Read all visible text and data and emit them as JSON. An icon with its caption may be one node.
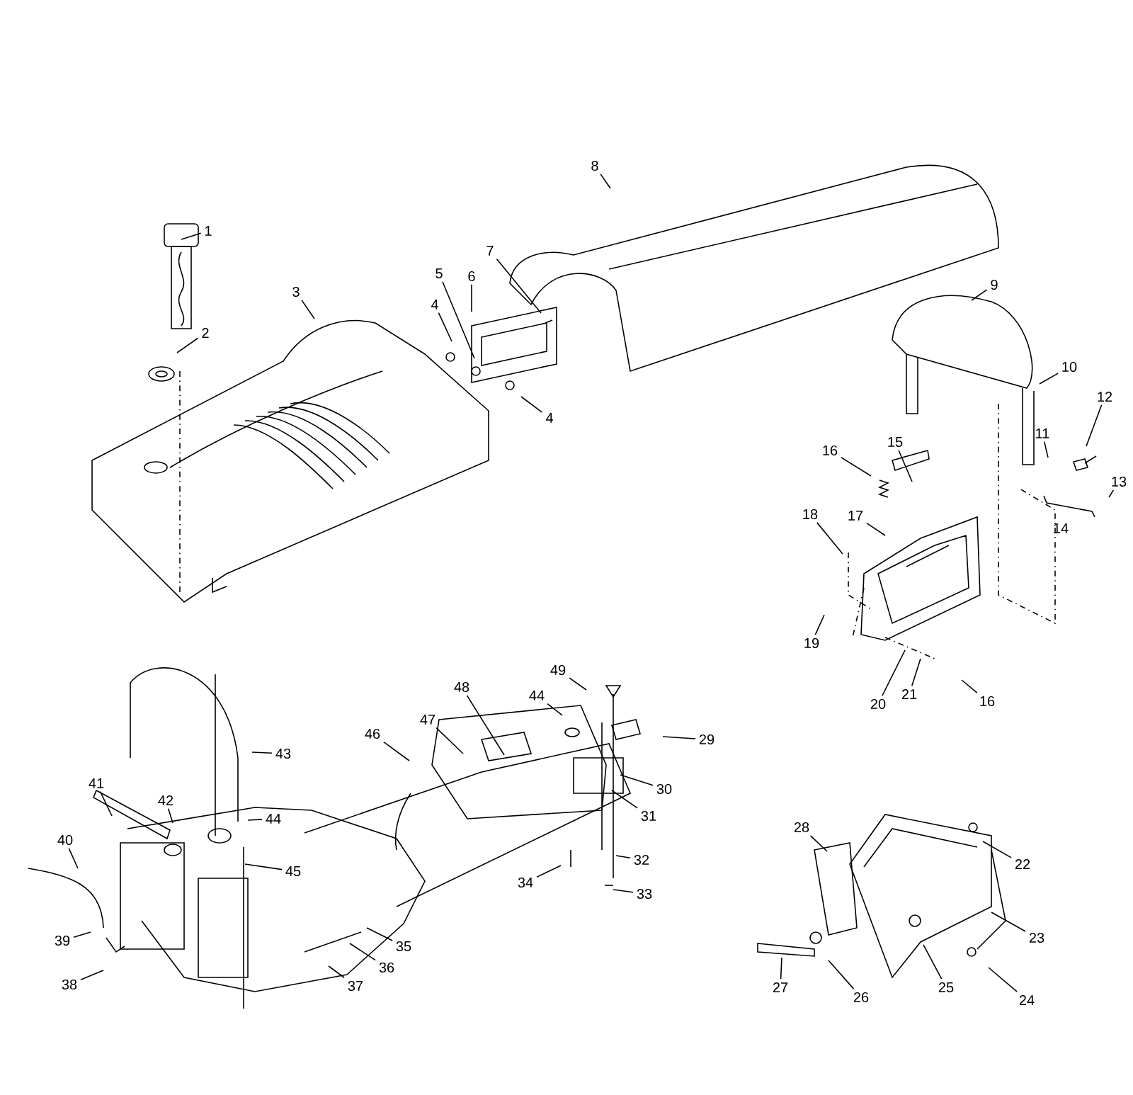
{
  "diagram": {
    "nodes": [
      {
        "text": [
          "1"
        ]
      },
      {
        "text": [
          "2"
        ]
      },
      {
        "text": [
          "3"
        ]
      },
      {
        "text": [
          "4"
        ]
      },
      {
        "text": [
          "5"
        ]
      },
      {
        "text": [
          "6"
        ]
      },
      {
        "text": [
          "7"
        ]
      },
      {
        "text": [
          "4"
        ]
      },
      {
        "text": [
          "8"
        ]
      },
      {
        "text": [
          "9"
        ]
      },
      {
        "text": [
          "10"
        ]
      },
      {
        "text": [
          "11"
        ]
      },
      {
        "text": [
          "12"
        ]
      },
      {
        "text": [
          "13"
        ]
      },
      {
        "text": [
          "15"
        ]
      },
      {
        "text": [
          "16"
        ]
      },
      {
        "text": [
          "17"
        ]
      },
      {
        "text": [
          "18"
        ]
      },
      {
        "text": [
          "19"
        ]
      },
      {
        "text": [
          "20"
        ]
      },
      {
        "text": [
          "21"
        ]
      },
      {
        "text": [
          "16"
        ]
      },
      {
        "text": [
          "43"
        ]
      },
      {
        "text": [
          "41"
        ]
      },
      {
        "text": [
          "42"
        ]
      },
      {
        "text": [
          "44"
        ]
      },
      {
        "text": [
          "45"
        ]
      },
      {
        "text": [
          "40"
        ]
      },
      {
        "text": [
          "39"
        ]
      },
      {
        "text": [
          "38"
        ]
      },
      {
        "text": [
          "37"
        ]
      },
      {
        "text": [
          "36"
        ]
      },
      {
        "text": [
          "35"
        ]
      },
      {
        "text": [
          "46"
        ]
      },
      {
        "text": [
          "47"
        ]
      },
      {
        "text": [
          "48"
        ]
      },
      {
        "text": [
          "44"
        ]
      },
      {
        "text": [
          "49"
        ]
      },
      {
        "text": [
          "29"
        ]
      },
      {
        "text": [
          "30"
        ]
      },
      {
        "text": [
          "31"
        ]
      },
      {
        "text": [
          "32"
        ]
      },
      {
        "text": [
          "33"
        ]
      },
      {
        "text": [
          "34"
        ]
      },
      {
        "text": [
          "28"
        ]
      },
      {
        "text": [
          "22"
        ]
      },
      {
        "text": [
          "23"
        ]
      },
      {
        "text": [
          "24"
        ]
      },
      {
        "text": [
          "25"
        ]
      },
      {
        "text": [
          "26"
        ]
      },
      {
        "text": [
          "27"
        ]
      }
    ],
    "edges": [
      {
        "from": 0,
        "to": null,
        "arrow": "none"
      },
      {
        "from": 1,
        "to": null,
        "arrow": "none"
      },
      {
        "from": 2,
        "to": null,
        "arrow": "none"
      },
      {
        "from": 3,
        "to": null,
        "arrow": "none"
      },
      {
        "from": 4,
        "to": null,
        "arrow": "none"
      },
      {
        "from": 5,
        "to": null,
        "arrow": "none"
      },
      {
        "from": 6,
        "to": null,
        "arrow": "none"
      },
      {
        "from": 7,
        "to": null,
        "arrow": "none"
      },
      {
        "from": 8,
        "to": null,
        "arrow": "none"
      },
      {
        "from": 9,
        "to": null,
        "arrow": "none"
      },
      {
        "from": 10,
        "to": null,
        "arrow": "none"
      },
      {
        "from": 11,
        "to": null,
        "arrow": "none"
      },
      {
        "from": 12,
        "to": null,
        "arrow": "none"
      },
      {
        "from": 13,
        "to": null,
        "arrow": "none"
      },
      {
        "from": 14,
        "to": null,
        "arrow": "none"
      },
      {
        "from": 15,
        "to": null,
        "arrow": "none"
      },
      {
        "from": 16,
        "to": null,
        "arrow": "none"
      },
      {
        "from": 17,
        "to": null,
        "arrow": "none"
      },
      {
        "from": 18,
        "to": null,
        "arrow": "none"
      },
      {
        "from": 19,
        "to": null,
        "arrow": "none"
      },
      {
        "from": 20,
        "to": null,
        "arrow": "none"
      },
      {
        "from": 21,
        "to": null,
        "arrow": "none"
      },
      {
        "from": 22,
        "to": null,
        "arrow": "none"
      },
      {
        "from": 23,
        "to": null,
        "arrow": "none"
      },
      {
        "from": 24,
        "to": null,
        "arrow": "none"
      },
      {
        "from": 25,
        "to": null,
        "arrow": "none"
      },
      {
        "from": 26,
        "to": null,
        "arrow": "none"
      },
      {
        "from": 27,
        "to": null,
        "arrow": "none"
      },
      {
        "from": 28,
        "to": null,
        "arrow": "none"
      },
      {
        "from": 29,
        "to": null,
        "arrow": "none"
      },
      {
        "from": 30,
        "to": null,
        "arrow": "none"
      },
      {
        "from": 31,
        "to": null,
        "arrow": "none"
      },
      {
        "from": 32,
        "to": null,
        "arrow": "none"
      },
      {
        "from": 33,
        "to": null,
        "arrow": "none"
      },
      {
        "from": 34,
        "to": null,
        "arrow": "none"
      },
      {
        "from": 35,
        "to": null,
        "arrow": "none"
      },
      {
        "from": 36,
        "to": null,
        "arrow": "none"
      },
      {
        "from": 37,
        "to": null,
        "arrow": "none"
      },
      {
        "from": 38,
        "to": null,
        "arrow": "none"
      },
      {
        "from": 39,
        "to": null,
        "arrow": "none"
      },
      {
        "from": 40,
        "to": null,
        "arrow": "none"
      },
      {
        "from": 41,
        "to": null,
        "arrow": "none"
      },
      {
        "from": 42,
        "to": null,
        "arrow": "none"
      },
      {
        "from": 43,
        "to": null,
        "arrow": "none"
      },
      {
        "from": 44,
        "to": null,
        "arrow": "none"
      },
      {
        "from": 45,
        "to": null,
        "arrow": "none"
      },
      {
        "from": 46,
        "to": null,
        "arrow": "none"
      },
      {
        "from": 47,
        "to": null,
        "arrow": "none"
      },
      {
        "from": 48,
        "to": null,
        "arrow": "none"
      },
      {
        "from": 49,
        "to": null,
        "arrow": "none"
      },
      {
        "from": 50,
        "to": null,
        "arrow": "none"
      }
    ],
    "labels": [
      "14"
    ]
  }
}
